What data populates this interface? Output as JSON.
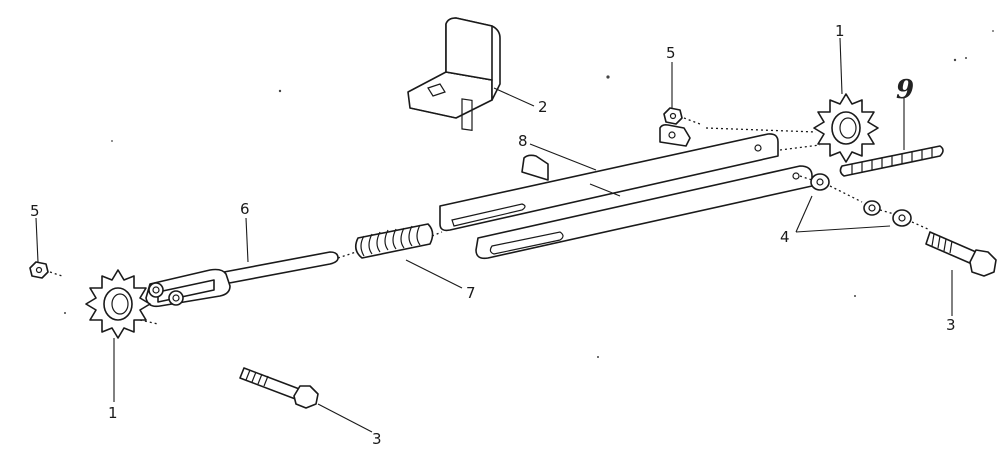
{
  "diagram": {
    "callouts": {
      "sprocket_upper": "1",
      "sprocket_lower": "1",
      "bracket": "2",
      "bolt_lower": "3",
      "bolt_right": "3",
      "washers": "4",
      "nut_upper": "5",
      "nut_left": "5",
      "rod": "6",
      "spring": "7",
      "arm": "8",
      "chain_handwritten": "9"
    }
  }
}
